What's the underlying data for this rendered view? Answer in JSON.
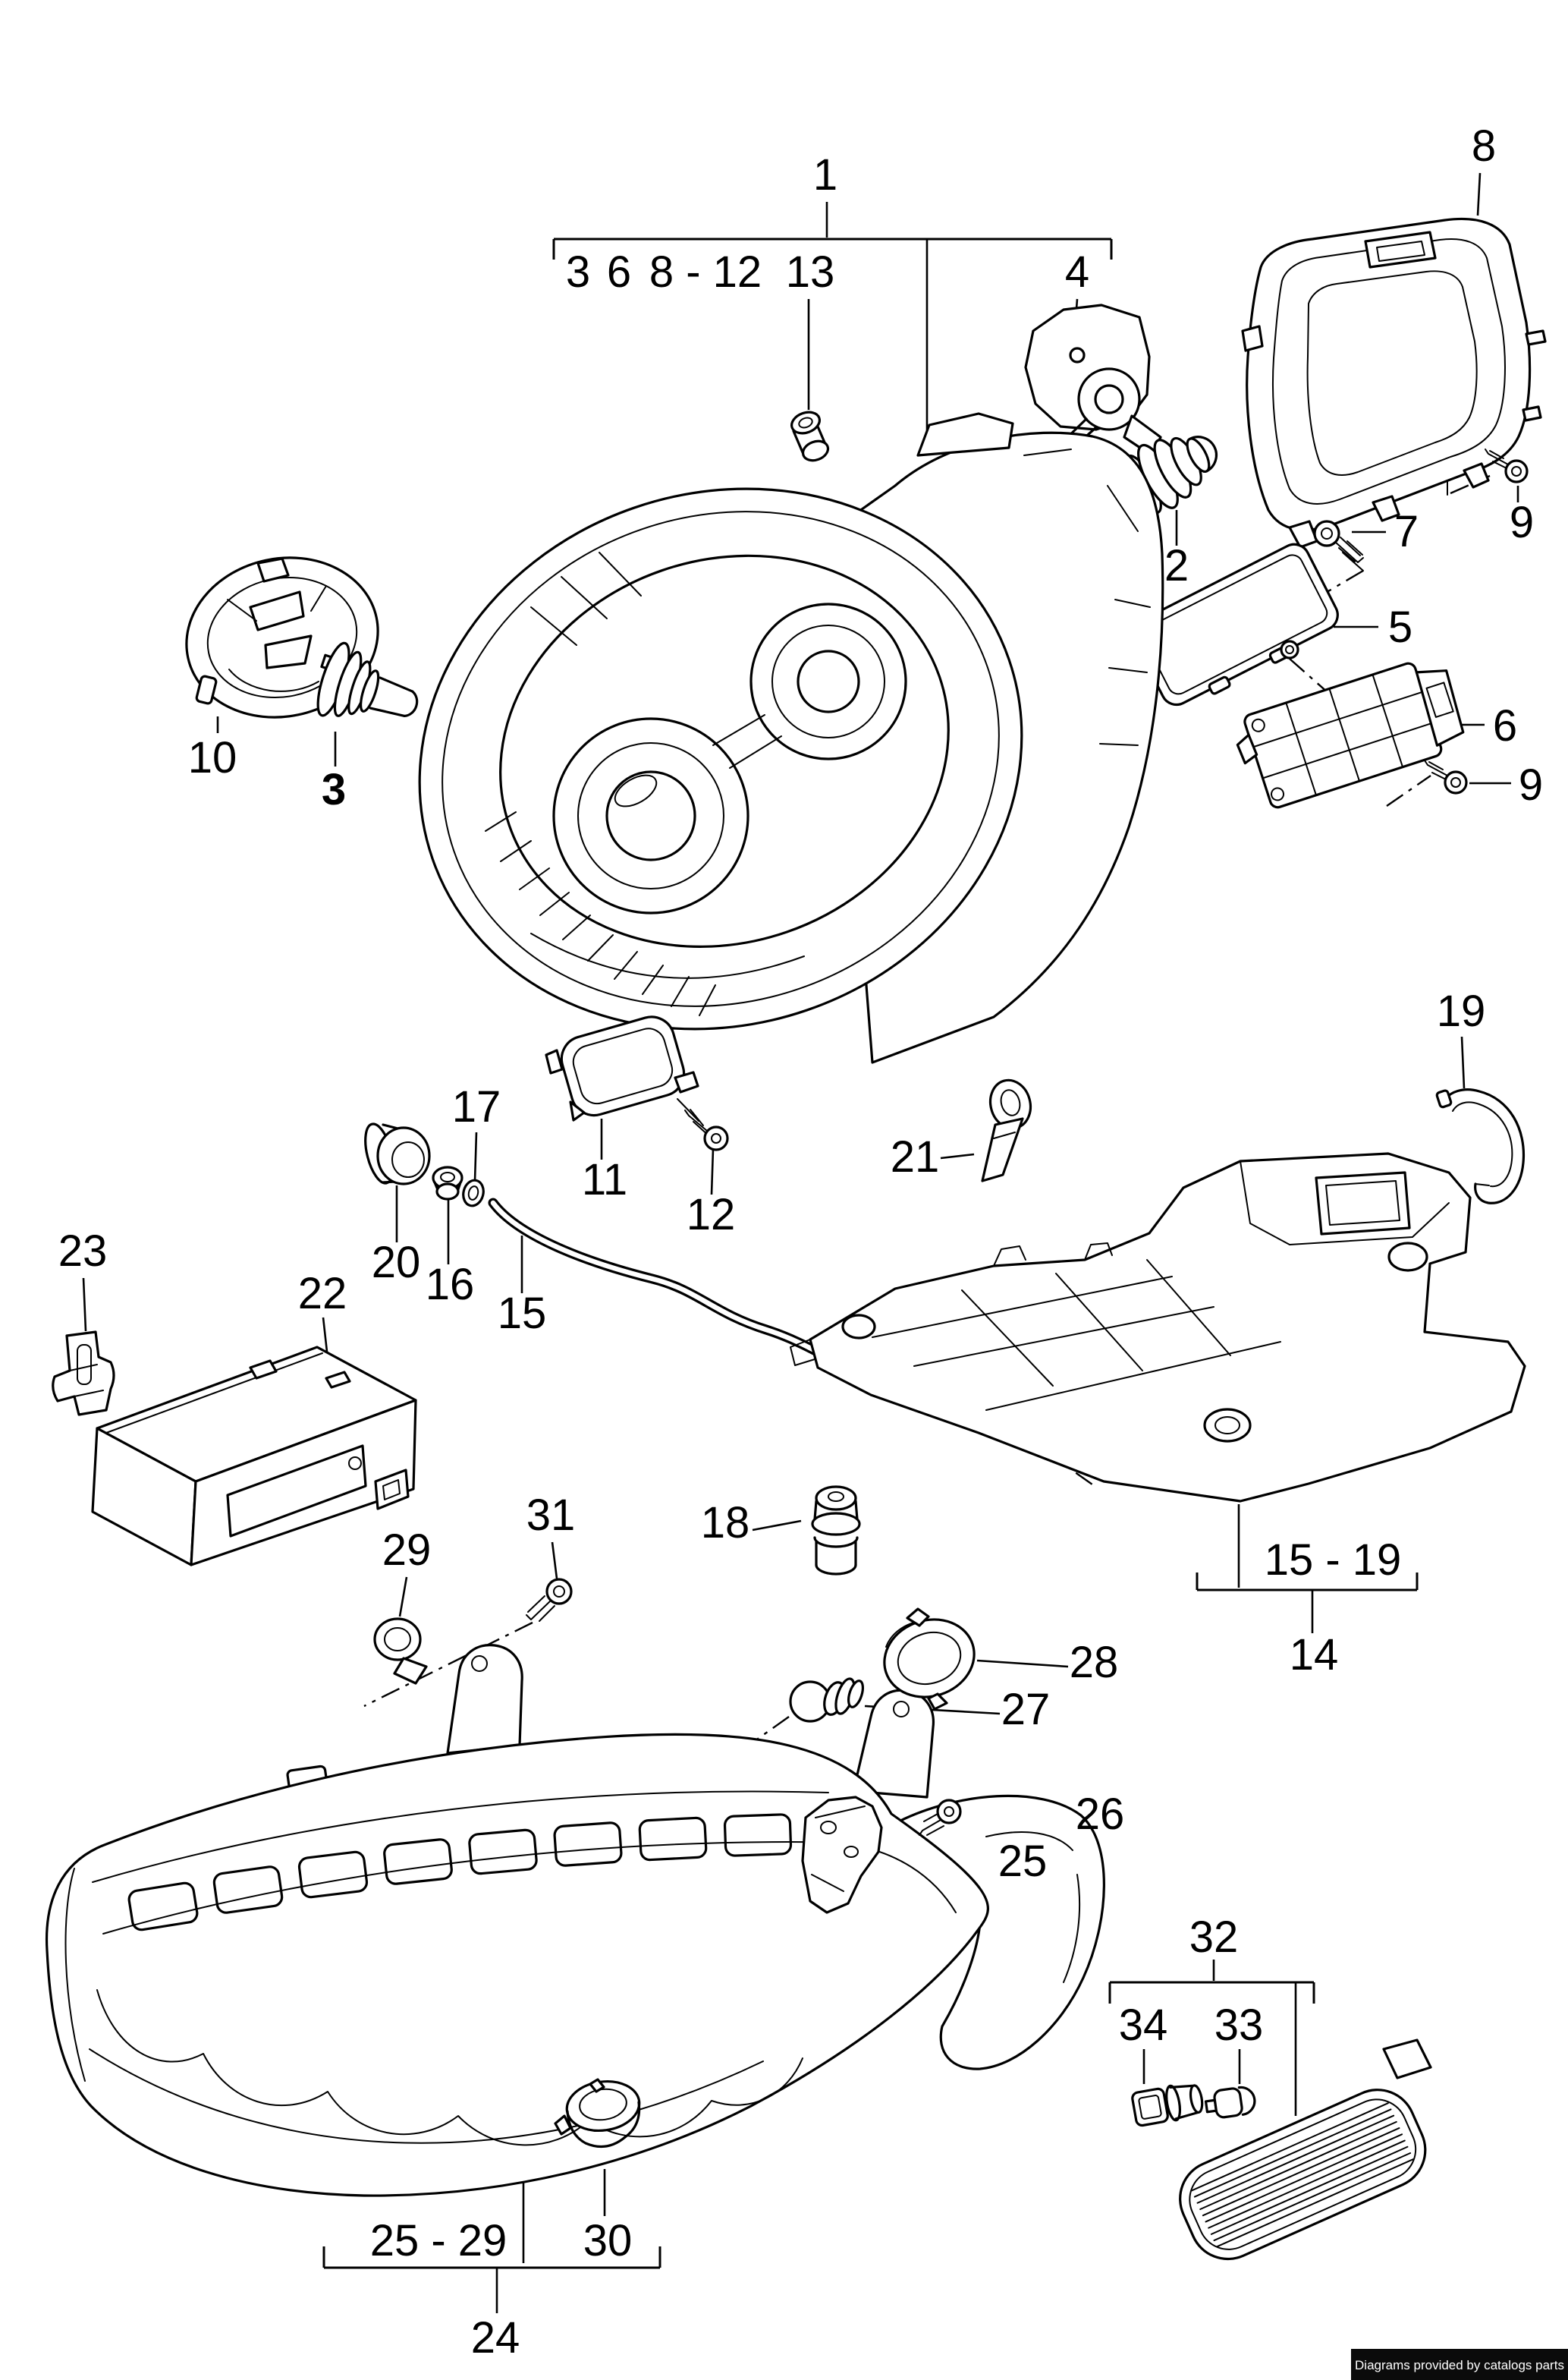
{
  "watermark": "Diagrams provided by catalogs parts",
  "labels": {
    "l1": "1",
    "l3top": "3",
    "l6top": "6",
    "l8_12": "8 - 12",
    "l13": "13",
    "l4": "4",
    "l8": "8",
    "l2": "2",
    "l7": "7",
    "l9a": "9",
    "l5": "5",
    "l6": "6",
    "l9b": "9",
    "l10": "10",
    "l3mid": "3",
    "l19": "19",
    "l17": "17",
    "l11": "11",
    "l21": "21",
    "l12": "12",
    "l20": "20",
    "l16": "16",
    "l15": "15",
    "l23": "23",
    "l22": "22",
    "l18": "18",
    "l29": "29",
    "l31": "31",
    "l15_19": "15 - 19",
    "l14": "14",
    "l28": "28",
    "l27": "27",
    "l26": "26",
    "l25": "25",
    "l32": "32",
    "l34": "34",
    "l33": "33",
    "l25_29": "25 - 29",
    "l30": "30",
    "l24": "24"
  }
}
